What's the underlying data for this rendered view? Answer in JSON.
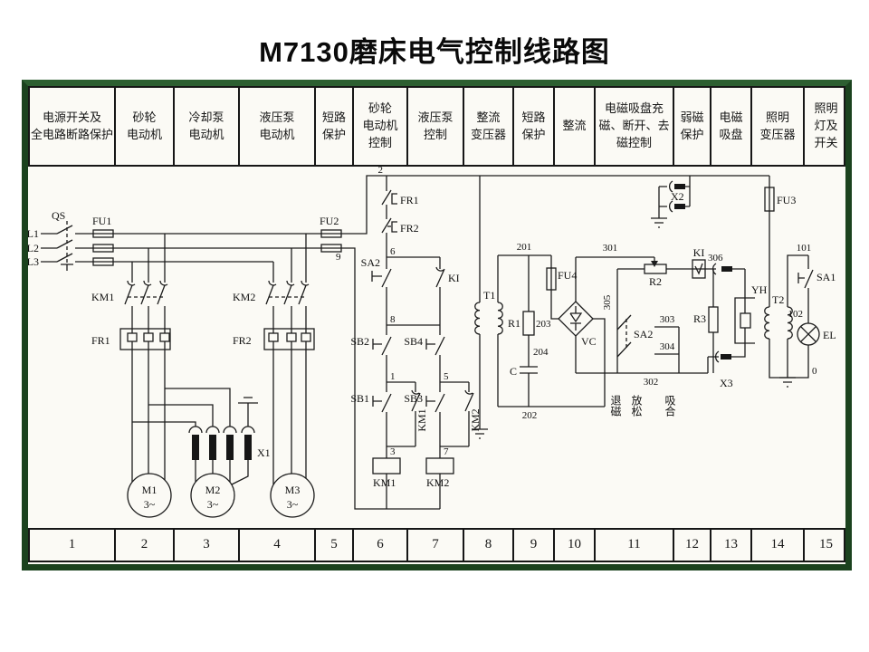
{
  "title": "M7130磨床电气控制线路图",
  "columns": [
    {
      "label": "电源开关及\n全电路断路保护",
      "number": "1"
    },
    {
      "label": "砂轮\n电动机",
      "number": "2"
    },
    {
      "label": "冷却泵\n电动机",
      "number": "3"
    },
    {
      "label": "液压泵\n电动机",
      "number": "4"
    },
    {
      "label": "短路\n保护",
      "number": "5"
    },
    {
      "label": "砂轮\n电动机\n控制",
      "number": "6"
    },
    {
      "label": "液压泵\n控制",
      "number": "7"
    },
    {
      "label": "整流\n变压器",
      "number": "8"
    },
    {
      "label": "短路\n保护",
      "number": "9"
    },
    {
      "label": "整流",
      "number": "10"
    },
    {
      "label": "电磁吸盘充\n磁、断开、去\n磁控制",
      "number": "11"
    },
    {
      "label": "弱磁\n保护",
      "number": "12"
    },
    {
      "label": "电磁\n吸盘",
      "number": "13"
    },
    {
      "label": "照明\n变压器",
      "number": "14"
    },
    {
      "label": "照明\n灯及\n开关",
      "number": "15"
    }
  ],
  "schematic": {
    "labels": {
      "l1": "L1",
      "l2": "L2",
      "l3": "L3",
      "qs": "QS",
      "fu1": "FU1",
      "fu2": "FU2",
      "w9": "9",
      "km1": "KM1",
      "km2": "KM2",
      "fr1": "FR1",
      "fr2": "FR2",
      "x1": "X1",
      "m1": "M1",
      "m1p": "3~",
      "m2": "M2",
      "m2p": "3~",
      "m3": "M3",
      "m3p": "3~",
      "w2": "2",
      "fr1c": "FR1",
      "fr2c": "FR2",
      "w6": "6",
      "sa2c": "SA2",
      "kic": "KI",
      "w8": "8",
      "sb1": "SB1",
      "sb2": "SB2",
      "sb3": "SB3",
      "sb4": "SB4",
      "w1": "1",
      "w5": "5",
      "w3": "3",
      "w7": "7",
      "km1aux": "KM1",
      "km2aux": "KM2",
      "km1coil": "KM1",
      "km2coil": "KM2",
      "t1": "T1",
      "w201": "201",
      "w202": "202",
      "w203": "203",
      "w204": "204",
      "r1": "R1",
      "c": "C",
      "fu4": "FU4",
      "vc": "VC",
      "w301": "301",
      "w302": "302",
      "w303": "303",
      "w304": "304",
      "w305": "305",
      "w306": "306",
      "sa2b": "SA2",
      "r2": "R2",
      "kir": "KI",
      "r3": "R3",
      "demag": "退磁",
      "release": "放松",
      "engage": "吸合",
      "x2": "X2",
      "x3": "X3",
      "fu3": "FU3",
      "yh": "YH",
      "t2": "T2",
      "w101": "101",
      "w102": "102",
      "sa1": "SA1",
      "el": "EL",
      "w0": "0"
    }
  },
  "colors": {
    "frame_green": "#1b421e",
    "line": "#1c1c1c",
    "paper": "#fbfaf5"
  }
}
